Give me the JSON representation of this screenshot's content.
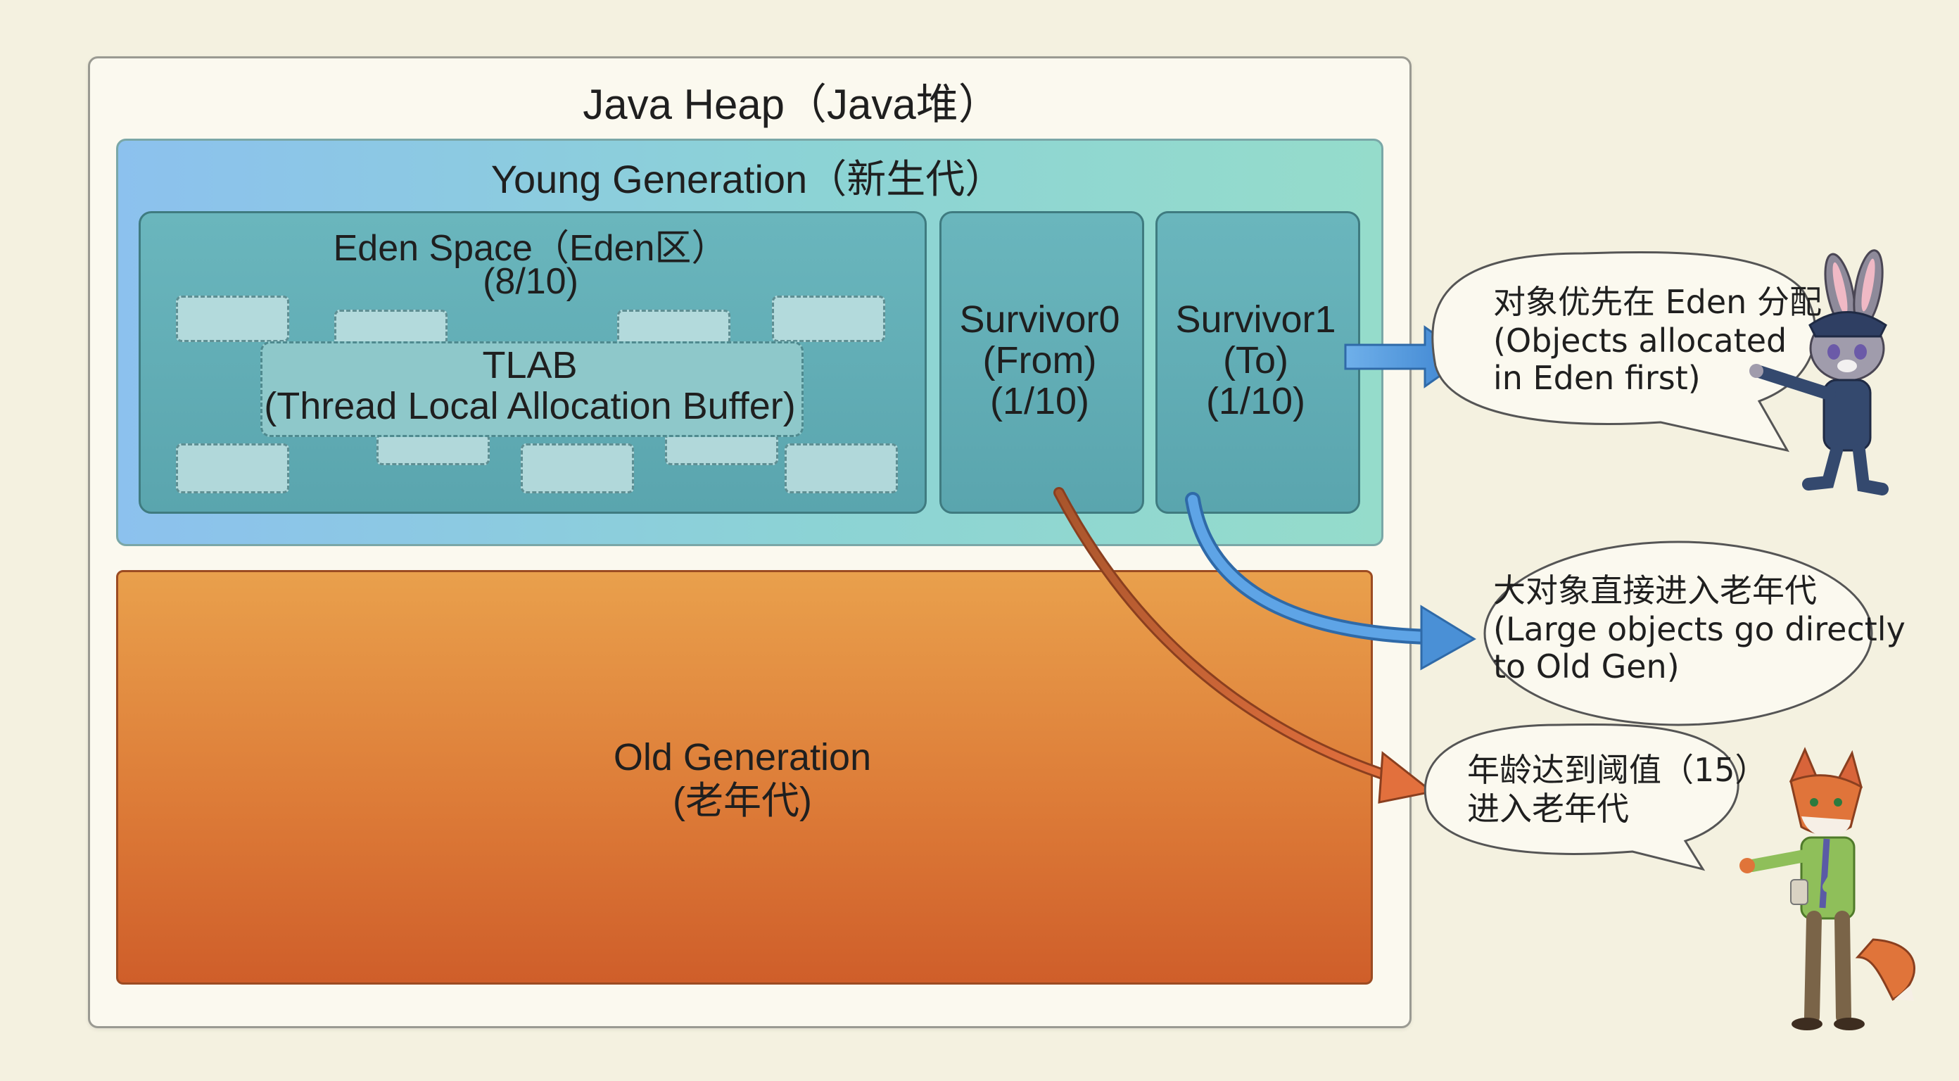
{
  "heap": {
    "title": "Java Heap（Java堆）"
  },
  "young": {
    "title": "Young Generation（新生代）",
    "eden": {
      "title": "Eden Space（Eden区）",
      "ratio": "(8/10)"
    },
    "tlab": {
      "line1": "TLAB",
      "line2": "(Thread Local Allocation Buffer)"
    },
    "survivor0": {
      "line1": "Survivor0",
      "line2": "(From)",
      "line3": "(1/10)"
    },
    "survivor1": {
      "line1": "Survivor1",
      "line2": "(To)",
      "line3": "(1/10)"
    }
  },
  "old": {
    "line1": "Old Generation",
    "line2": "(老年代)"
  },
  "callouts": {
    "eden_first": {
      "line1": "对象优先在 Eden 分配",
      "line2": "(Objects allocated",
      "line3": "in Eden first)"
    },
    "large_objects": {
      "line1": "大对象直接进入老年代",
      "line2": "(Large objects go directly",
      "line3": "to Old Gen)"
    },
    "age_threshold": {
      "line1": "年龄达到阈值（15）",
      "line2": "进入老年代"
    }
  },
  "colors": {
    "young_fill": "#8cd3d5",
    "eden_fill": "#5aa5ae",
    "old_fill": "#dd7c38",
    "blue_arrow": "#4a90d6",
    "orange_arrow": "#d8643a"
  },
  "icons": {
    "rabbit": "rabbit-officer-icon",
    "fox": "fox-character-icon"
  }
}
